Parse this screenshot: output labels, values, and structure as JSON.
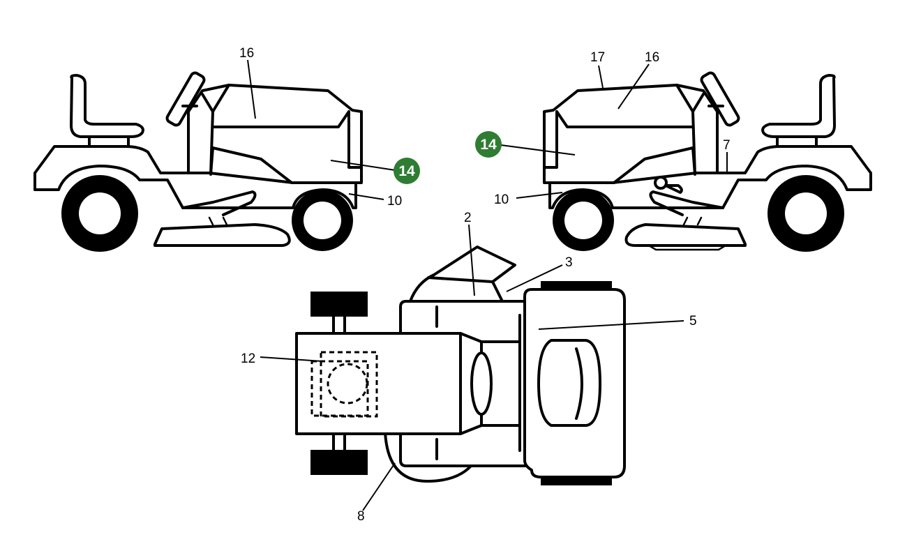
{
  "labels": {
    "l16a": "16",
    "l14a": "14",
    "l10a": "10",
    "l17": "17",
    "l16b": "16",
    "l14b": "14",
    "l7": "7",
    "l10b": "10",
    "l2": "2",
    "l3": "3",
    "l5": "5",
    "l12": "12",
    "l8": "8"
  },
  "colors": {
    "highlight": "#2e7d32",
    "line": "#000000"
  }
}
